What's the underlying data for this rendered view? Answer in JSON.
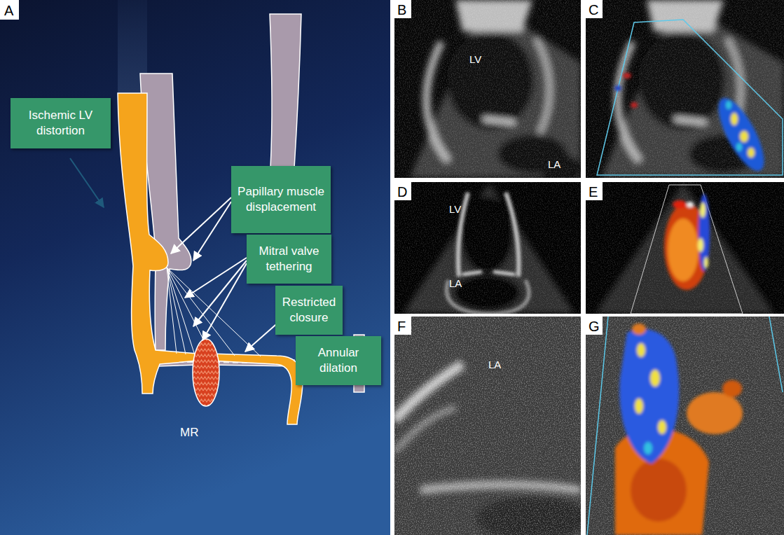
{
  "diagram": {
    "nodes": [
      {
        "text": [
          "Ischemic LV distortion"
        ]
      },
      {
        "text": [
          "Papillary muscle displacement"
        ]
      },
      {
        "text": [
          "Mitral valve tethering"
        ]
      },
      {
        "text": [
          "Restricted closure"
        ]
      },
      {
        "text": [
          "Annular dilation"
        ]
      }
    ],
    "labels": [
      "A",
      "B",
      "C",
      "D",
      "E",
      "F",
      "G",
      "LV",
      "LA",
      "LV",
      "LA",
      "LA",
      "MR"
    ]
  }
}
